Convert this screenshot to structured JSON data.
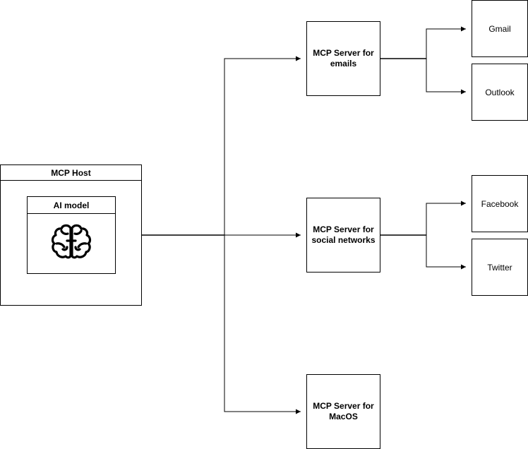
{
  "host": {
    "title": "MCP Host",
    "model": {
      "title": "AI model",
      "icon": "brain-icon"
    }
  },
  "servers": [
    {
      "label": "MCP Server for\nemails",
      "targets": [
        "Gmail",
        "Outlook"
      ]
    },
    {
      "label": "MCP Server for\nsocial networks",
      "targets": [
        "Facebook",
        "Twitter"
      ]
    },
    {
      "label": "MCP Server for\nMacOS",
      "targets": []
    }
  ],
  "colors": {
    "stroke": "#000000",
    "background": "#ffffff"
  }
}
